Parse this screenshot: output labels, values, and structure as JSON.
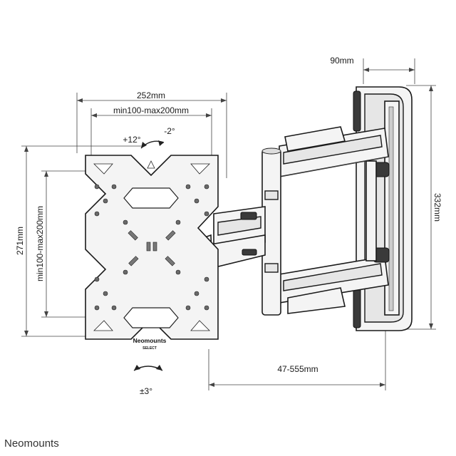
{
  "dimensions": {
    "plate_width": "252mm",
    "vesa_horizontal": "min100-max200mm",
    "vesa_vertical": "min100-max200mm",
    "plate_height": "271mm",
    "wall_plate_width": "90mm",
    "wall_plate_height": "332mm",
    "extension": "47-555mm"
  },
  "angles": {
    "tilt_up": "+12°",
    "tilt_down": "-2°",
    "level": "±3°"
  },
  "logo": {
    "name": "Neomounts",
    "sub": "SELECT"
  },
  "footer": {
    "brand": "Neomounts"
  }
}
